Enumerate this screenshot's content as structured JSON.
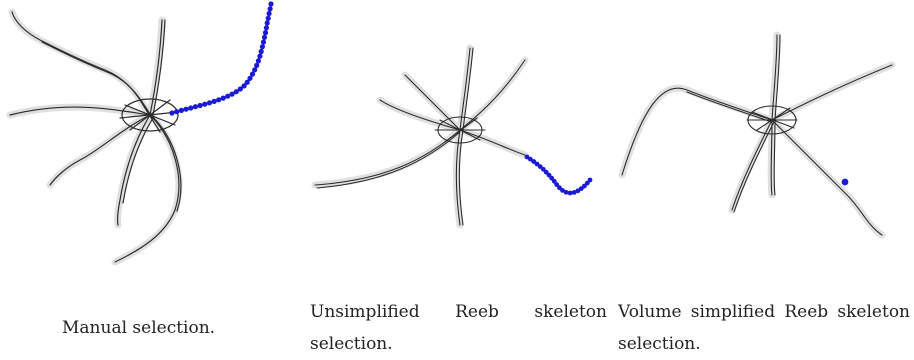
{
  "captions": {
    "manual": "Manual selection.",
    "unsimplified": "Unsimplified Reeb skeleton selection.",
    "volume": "Volume simplified Reeb skeleton selection."
  },
  "colors": {
    "skeleton": "#2b2b2b",
    "halo": "#c4c4c4",
    "selection": "#1a1ad6"
  }
}
